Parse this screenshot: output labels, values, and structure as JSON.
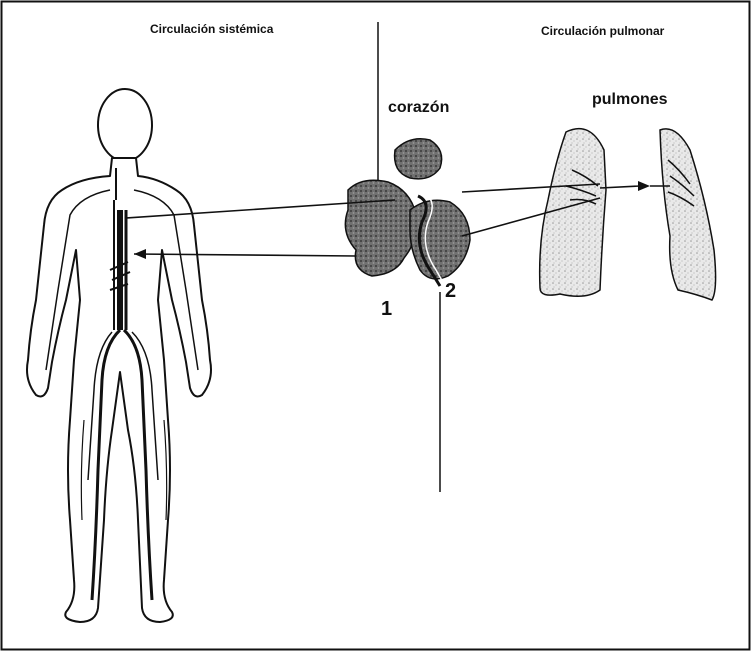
{
  "labels": {
    "systemic": "Circulación sistémica",
    "pulmonary": "Circulación pulmonar",
    "heart": "corazón",
    "lungs": "pulmones",
    "num1": "1",
    "num2": "2"
  },
  "colors": {
    "ink": "#111111",
    "heart_fill": "#6b6b6b",
    "lung_fill": "#d8d8d8"
  }
}
